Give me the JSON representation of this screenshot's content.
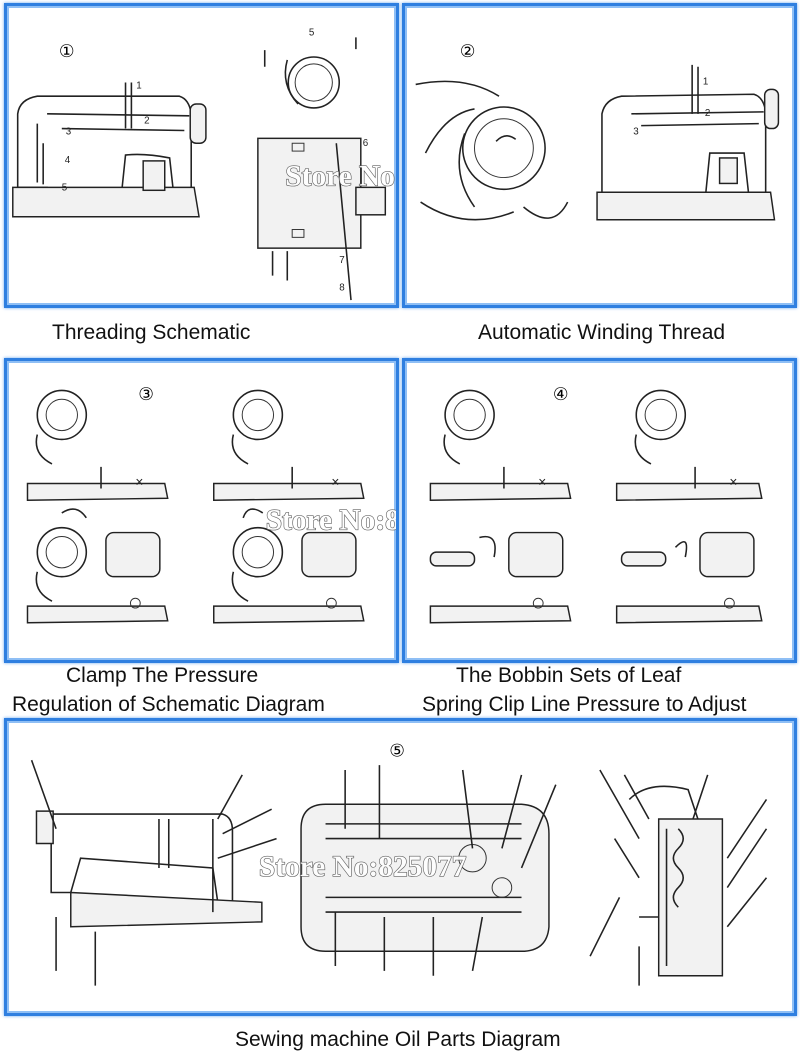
{
  "panels": {
    "p1": {
      "number": "①",
      "callouts": [
        "1",
        "2",
        "3",
        "4",
        "5",
        "6",
        "7",
        "8"
      ],
      "caption": "Threading Schematic"
    },
    "p2": {
      "number": "②",
      "callouts": [
        "1",
        "2",
        "3"
      ],
      "caption": "Automatic Winding Thread"
    },
    "p3": {
      "number": "③",
      "caption_line1": "Clamp The Pressure",
      "caption_line2": "Regulation of Schematic Diagram",
      "mark": "×"
    },
    "p4": {
      "number": "④",
      "caption_line1": "The Bobbin Sets of Leaf",
      "caption_line2": "Spring Clip Line Pressure to Adjust",
      "mark": "×"
    },
    "p5": {
      "number": "⑤",
      "caption": "Sewing machine Oil Parts Diagram"
    }
  },
  "watermark": "Store No:825077",
  "colors": {
    "frame": "#2f7fe0",
    "frame_glow": "#8fbff5",
    "line_art": "#222222"
  }
}
